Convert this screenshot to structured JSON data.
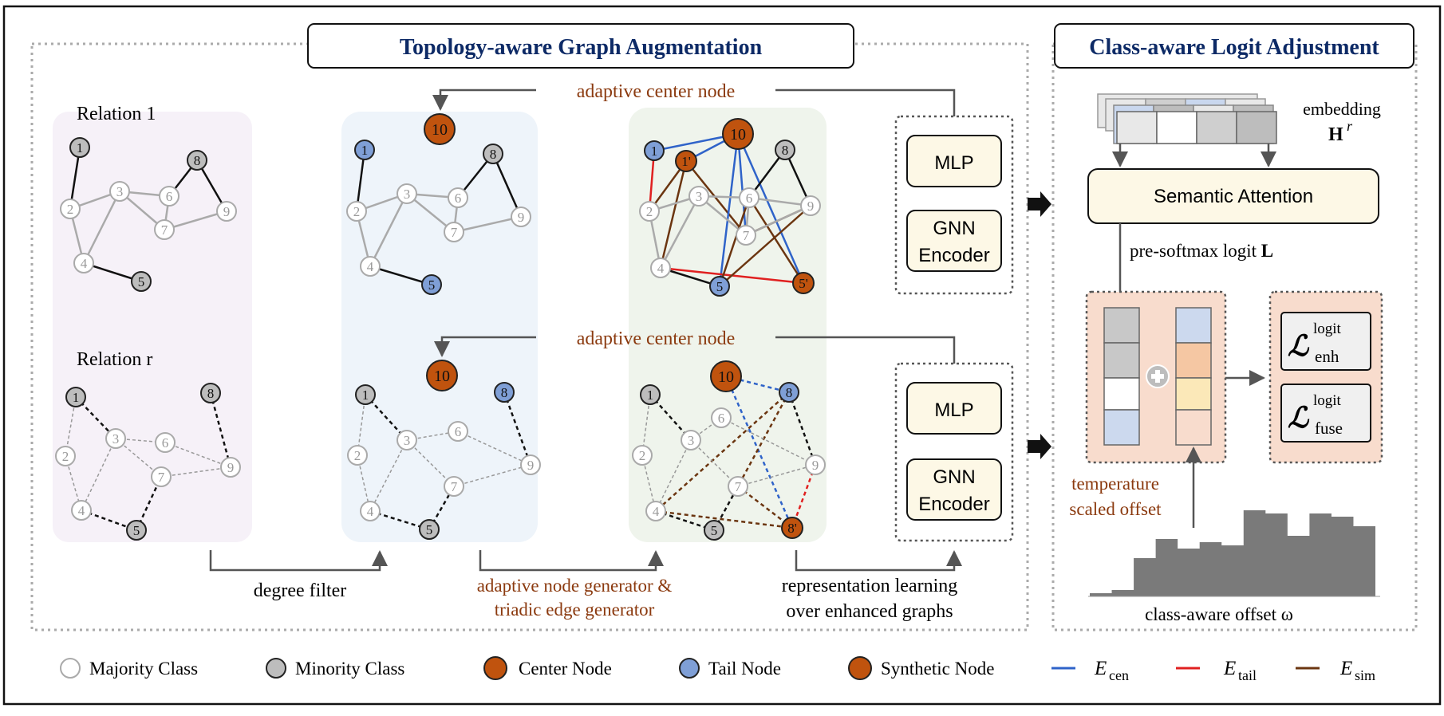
{
  "titles": {
    "left": "Topology-aware Graph Augmentation",
    "right": "Class-aware Logit Adjustment"
  },
  "panels": {
    "relation1_label": "Relation 1",
    "relationr_label": "Relation r",
    "adaptive_center_top": "adaptive  center  node",
    "adaptive_center_bottom": "adaptive  center  node"
  },
  "encoder": {
    "mlp": "MLP",
    "gnn_line1": "GNN",
    "gnn_line2": "Encoder"
  },
  "steps": {
    "degree_filter": "degree filter",
    "gen_line1": "adaptive node generator &",
    "gen_line2": "triadic edge generator",
    "repr_line1": "representation learning",
    "repr_line2": "over enhanced graphs"
  },
  "right": {
    "embedding": "embedding",
    "H": "H",
    "H_sup": "r",
    "semantic_attention": "Semantic Attention",
    "presoftmax": "pre-softmax logit ",
    "presoftmax_bold": "L",
    "temp_line1": "temperature",
    "temp_line2": "scaled offset",
    "offset_label": "class-aware offset ω",
    "loss_symbol": "ℒ",
    "loss_sup": "logit",
    "loss1_sub": "enh",
    "loss2_sub": "fuse"
  },
  "legend": {
    "majority": "Majority Class",
    "minority": "Minority Class",
    "center": "Center Node",
    "tail": "Tail Node",
    "synthetic": "Synthetic Node",
    "e_letter": "E",
    "cen": "cen",
    "tail_edge": "tail",
    "sim": "sim"
  },
  "node_labels": {
    "n1": "1",
    "n2": "2",
    "n3": "3",
    "n4": "4",
    "n5": "5",
    "n6": "6",
    "n7": "7",
    "n8": "8",
    "n9": "9",
    "n10": "10",
    "n1p": "1'",
    "n5p": "5'",
    "n8p": "8'"
  },
  "histogram": {
    "values": [
      1,
      2,
      12,
      18,
      15,
      17,
      16,
      27,
      26,
      19,
      26,
      25,
      22
    ]
  },
  "colors": {
    "brown": "#8b3a0f",
    "center_fill": "#c0530e",
    "tail_fill": "#7f9fd6",
    "minority_fill": "#bdbdbd",
    "e_cen": "#2f63c9",
    "e_tail": "#e02020",
    "e_sim": "#6b3510",
    "title_blue": "#0d2a66"
  }
}
